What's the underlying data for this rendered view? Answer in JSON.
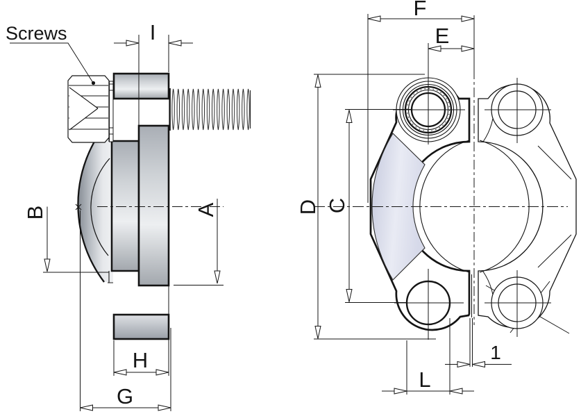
{
  "figure": {
    "kind": "technical-drawing-split-flange-clamp",
    "callout_label": "Screws",
    "dim_labels": {
      "A": "A",
      "B": "B",
      "C": "C",
      "D": "D",
      "E": "E",
      "F": "F",
      "G": "G",
      "H": "H",
      "I": "I",
      "L": "L",
      "gap": "1"
    },
    "colors": {
      "line": "#141414",
      "steel_dark": "#9aa0a8",
      "steel_light": "#edeff1",
      "shade_lavender": "#c6cade",
      "background": "#ffffff"
    }
  }
}
